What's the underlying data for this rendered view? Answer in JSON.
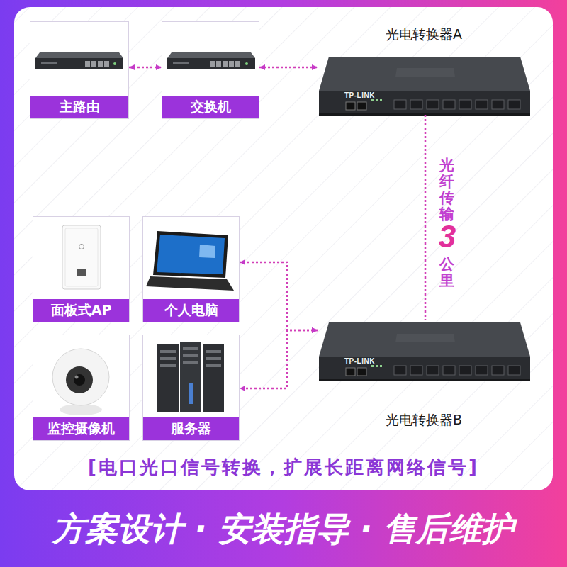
{
  "diagram": {
    "caption": "[电口光口信号转换，扩展长距离网络信号]",
    "nodes": [
      {
        "text": [
          "主路由"
        ]
      },
      {
        "text": [
          "交换机"
        ]
      },
      {
        "text": [
          "光电转换器A"
        ]
      },
      {
        "text": [
          "面板式AP"
        ]
      },
      {
        "text": [
          "个人电脑"
        ]
      },
      {
        "text": [
          "光电转换器B"
        ]
      },
      {
        "text": [
          "监控摄像机"
        ]
      },
      {
        "text": [
          "服务器"
        ]
      }
    ],
    "edges": [
      {
        "from": 0,
        "to": 1,
        "arrow": "both"
      },
      {
        "from": 1,
        "to": 2,
        "arrow": "both"
      },
      {
        "from": 2,
        "to": 5,
        "arrow": "none"
      },
      {
        "from": 5,
        "to": 4,
        "arrow": "both"
      },
      {
        "from": 5,
        "to": 7,
        "arrow": "both"
      }
    ],
    "labels": [
      "TP-LINK",
      "TP-LINK",
      "光纤传输",
      "3",
      "公里",
      "方案设计 · 安装指导 · 售后维护"
    ]
  }
}
